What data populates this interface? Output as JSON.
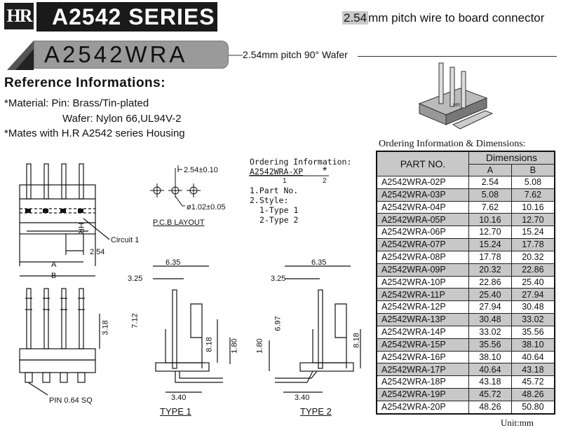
{
  "header": {
    "logo_text": "HR",
    "series_title": "A2542 SERIES",
    "tagline_highlight": "2.54",
    "tagline_rest": "mm pitch wire to board connector"
  },
  "model": {
    "name": "A2542WRA",
    "description": "2.54mm pitch 90° Wafer"
  },
  "reference": {
    "title": "Reference Informations:",
    "material_line1": "*Material: Pin: Brass/Tin-plated",
    "material_line2": "Wafer: Nylon 66,UL94V-2",
    "mates": "*Mates with H.R A2542 series Housing"
  },
  "ordering": {
    "title": "Ordering Information:",
    "code": "A2542WRA-XP",
    "star": "*",
    "num1": "1",
    "num2": "2",
    "part_no": "1.Part No.",
    "style": "2.Style:",
    "type1": "1-Type 1",
    "type2": "2-Type 2"
  },
  "drawing": {
    "pitch_dim": "2.54±0.10",
    "hole_dim": "ø1.02±0.05",
    "pcb_layout": "P.C.B LAYOUT",
    "circuit_label": "Circuit 1",
    "dim_254": "2.54",
    "dim_A": "A",
    "dim_B": "B",
    "dim_318": "3.18",
    "pin_label": "PIN 0.64 SQ",
    "t1_635": "6.35",
    "t1_325": "3.25",
    "t1_712": "7.12",
    "t1_818": "8.18",
    "t1_180": "1.80",
    "t1_340": "3.40",
    "type1_label": "TYPE 1",
    "t2_635": "6.35",
    "t2_325": "3.25",
    "t2_697": "6.97",
    "t2_180": "1.80",
    "t2_818": "8.18",
    "t2_340": "3.40",
    "type2_label": "TYPE 2"
  },
  "table": {
    "title": "Ordering Information & Dimensions:",
    "header_part": "PART NO.",
    "header_dims": "Dimensions",
    "header_a": "A",
    "header_b": "B",
    "rows": [
      {
        "part": "A2542WRA-02P",
        "a": "2.54",
        "b": "5.08"
      },
      {
        "part": "A2542WRA-03P",
        "a": "5.08",
        "b": "7.62"
      },
      {
        "part": "A2542WRA-04P",
        "a": "7.62",
        "b": "10.16"
      },
      {
        "part": "A2542WRA-05P",
        "a": "10.16",
        "b": "12.70"
      },
      {
        "part": "A2542WRA-06P",
        "a": "12.70",
        "b": "15.24"
      },
      {
        "part": "A2542WRA-07P",
        "a": "15.24",
        "b": "17.78"
      },
      {
        "part": "A2542WRA-08P",
        "a": "17.78",
        "b": "20.32"
      },
      {
        "part": "A2542WRA-09P",
        "a": "20.32",
        "b": "22.86"
      },
      {
        "part": "A2542WRA-10P",
        "a": "22.86",
        "b": "25.40"
      },
      {
        "part": "A2542WRA-11P",
        "a": "25.40",
        "b": "27.94"
      },
      {
        "part": "A2542WRA-12P",
        "a": "27.94",
        "b": "30.48"
      },
      {
        "part": "A2542WRA-13P",
        "a": "30.48",
        "b": "33.02"
      },
      {
        "part": "A2542WRA-14P",
        "a": "33.02",
        "b": "35.56"
      },
      {
        "part": "A2542WRA-15P",
        "a": "35.56",
        "b": "38.10"
      },
      {
        "part": "A2542WRA-16P",
        "a": "38.10",
        "b": "40.64"
      },
      {
        "part": "A2542WRA-17P",
        "a": "40.64",
        "b": "43.18"
      },
      {
        "part": "A2542WRA-18P",
        "a": "43.18",
        "b": "45.72"
      },
      {
        "part": "A2542WRA-19P",
        "a": "45.72",
        "b": "48.26"
      },
      {
        "part": "A2542WRA-20P",
        "a": "48.26",
        "b": "50.80"
      }
    ],
    "unit": "Unit:mm"
  }
}
